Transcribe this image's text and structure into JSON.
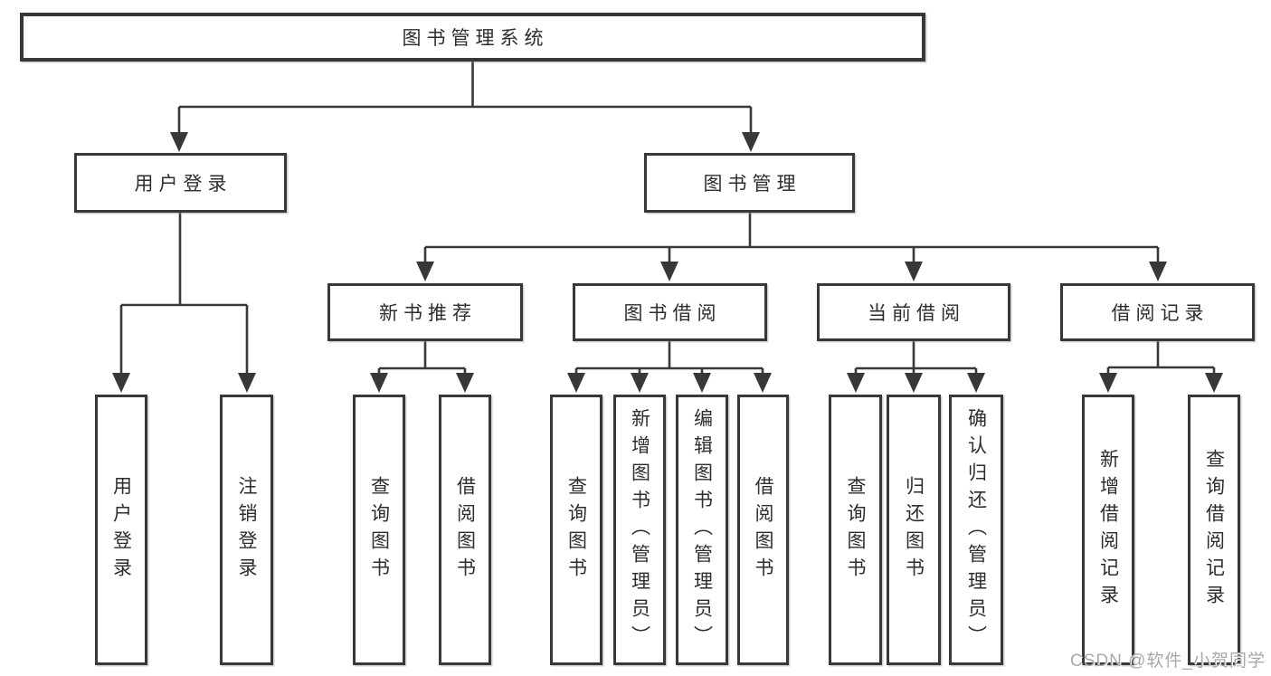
{
  "diagram": {
    "root": {
      "label": "图书管理系统"
    },
    "branches": [
      {
        "label": "用户登录",
        "children": [
          {
            "label": "用户登录"
          },
          {
            "label": "注销登录"
          }
        ]
      },
      {
        "label": "图书管理",
        "children": [
          {
            "label": "新书推荐",
            "children": [
              {
                "label": "查询图书"
              },
              {
                "label": "借阅图书"
              }
            ]
          },
          {
            "label": "图书借阅",
            "children": [
              {
                "label": "查询图书"
              },
              {
                "label": "新增图书（管理员）"
              },
              {
                "label": "编辑图书（管理员）"
              },
              {
                "label": "借阅图书"
              }
            ]
          },
          {
            "label": "当前借阅",
            "children": [
              {
                "label": "查询图书"
              },
              {
                "label": "归还图书"
              },
              {
                "label": "确认归还（管理员）"
              }
            ]
          },
          {
            "label": "借阅记录",
            "children": [
              {
                "label": "新增借阅记录"
              },
              {
                "label": "查询借阅记录"
              }
            ]
          }
        ]
      }
    ]
  },
  "watermark": {
    "text": "CSDN @软件_小贺同学"
  },
  "colors": {
    "line": "#383838",
    "box_border": "#383838",
    "text": "#2d2d2d",
    "background": "#ffffff",
    "watermark": "#a8a8a8"
  }
}
